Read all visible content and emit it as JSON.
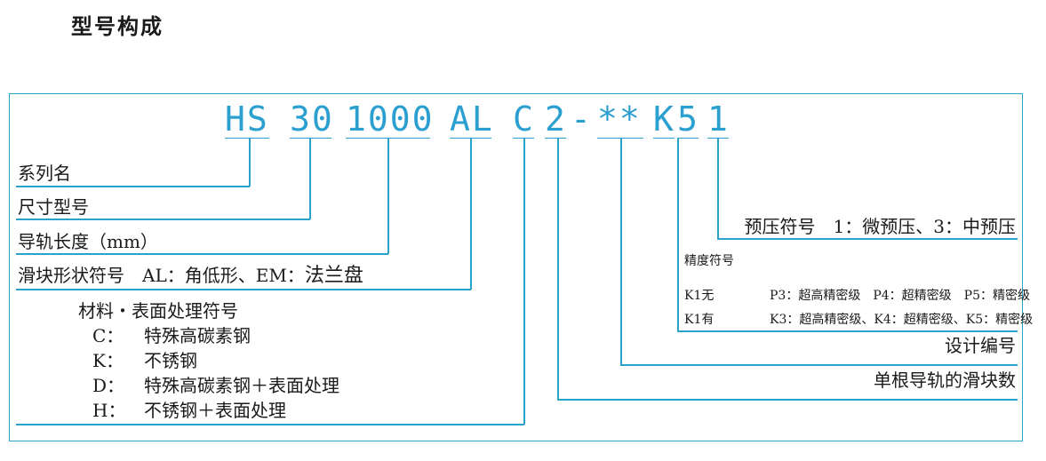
{
  "title": "型号构成",
  "code_segments": [
    "HS",
    "30",
    "1000",
    "AL",
    "C",
    "2",
    "-",
    "**",
    "K",
    "5",
    "1"
  ],
  "left_labels": {
    "series": "系列名",
    "size": "尺寸型号",
    "rail_length": "导轨长度（mm）",
    "block_shape_prefix": "滑块形状符号　AL：角低形、EM：",
    "block_shape_flange": "法兰盘"
  },
  "material": {
    "heading": "材料・表面处理符号",
    "items": [
      {
        "code": "C：",
        "desc": "特殊高碳素钢"
      },
      {
        "code": "K：",
        "desc": "不锈钢"
      },
      {
        "code": "D：",
        "desc": "特殊高碳素钢＋表面处理"
      },
      {
        "code": "H：",
        "desc": "不锈钢＋表面处理"
      }
    ]
  },
  "right_labels": {
    "preload": "预压符号　1：微预压、3：中预压",
    "precision": "精度符号",
    "design_no": "设计编号",
    "blocks_per_rail": "单根导轨的滑块数"
  },
  "precision_rows": [
    {
      "prefix": "K1无",
      "grades": "P3：超高精密级　P4：超精密级　P5：精密级"
    },
    {
      "prefix": "K1有",
      "grades": "K3：超高精密级、K4：超精密级、K5：精密级"
    }
  ],
  "colors": {
    "accent": "#2aa2c9",
    "code_text": "#2a9fd0",
    "text": "#1a1a1a"
  }
}
